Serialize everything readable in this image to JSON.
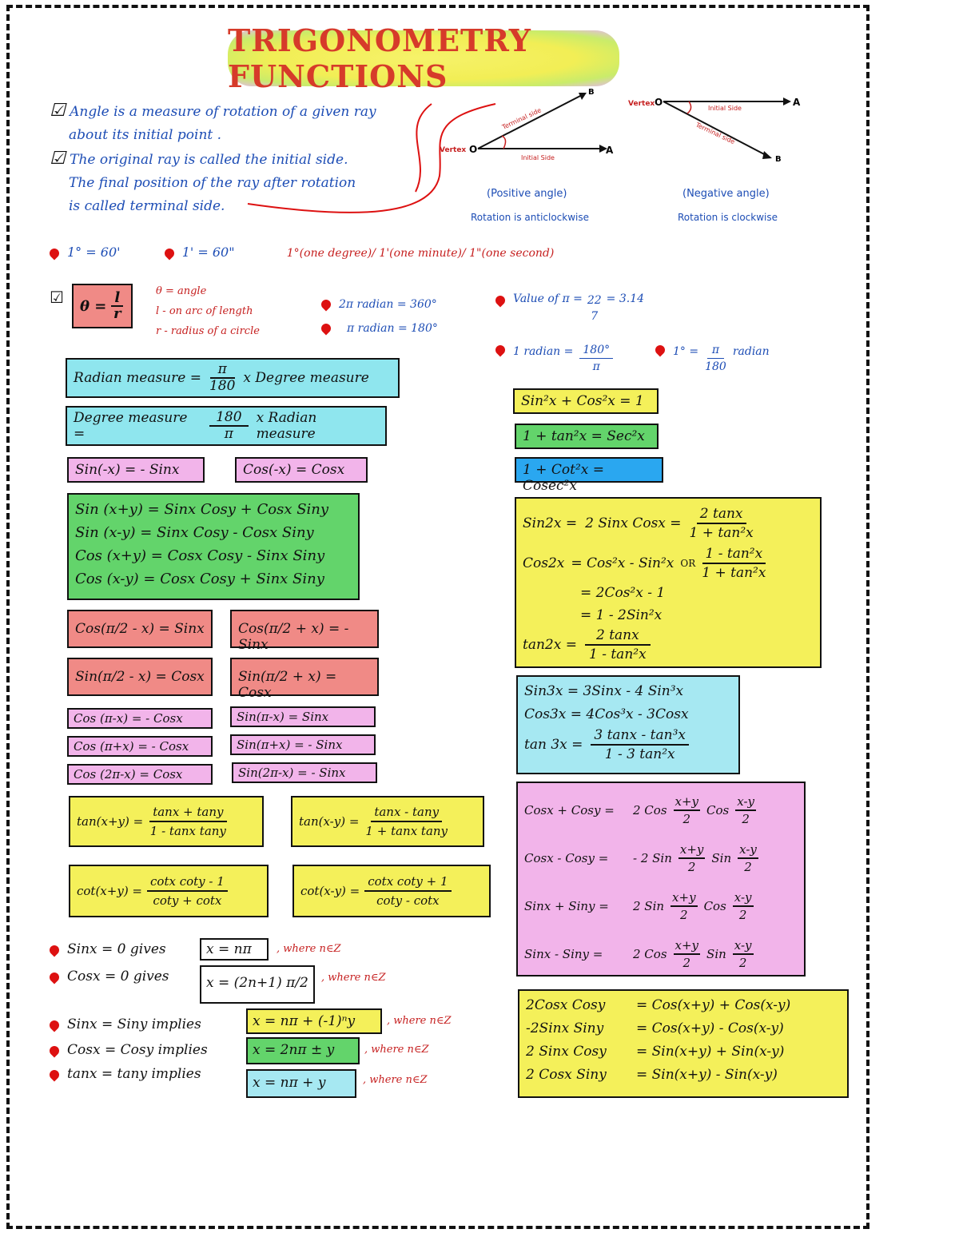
{
  "title": "TRIGONOMETRY FUNCTIONS",
  "intro": {
    "line1": "Angle is a measure of rotation of a given ray",
    "line2": "about its initial point .",
    "line3": "The original ray is called the initial side.",
    "line4": "The final position of the ray after rotation",
    "line5": "is called terminal side."
  },
  "diagrams": {
    "positive": {
      "vertex": "Vertex",
      "o": "O",
      "a": "A",
      "b": "B",
      "terminal": "Terminal side",
      "initial": "Initial Side",
      "caption": "(Positive angle)",
      "rotation": "Rotation is anticlockwise"
    },
    "negative": {
      "vertex": "Vertex",
      "o": "O",
      "a": "A",
      "b": "B",
      "terminal": "Terminal side",
      "initial": "Initial Side",
      "caption": "(Negative angle)",
      "rotation": "Rotation is clockwise"
    }
  },
  "units": {
    "deg": "1° = 60'",
    "min": "1' = 60\"",
    "names": "1°(one degree)/ 1'(one minute)/ 1\"(one second)"
  },
  "theta": {
    "formula_lhs": "θ =",
    "formula_num": "l",
    "formula_den": "r",
    "def1": "θ = angle",
    "def2": "l - on arc of length",
    "def3": "r - radius of a circle"
  },
  "radian_facts": {
    "f1": "2π radian = 360°",
    "f2": "π radian = 180°",
    "pi_value_lhs": "Value of π =",
    "pi_value_frac_num": "22",
    "pi_value_frac_den": "7",
    "pi_value_rhs": "= 3.14",
    "one_rad_lhs": "1 radian =",
    "one_rad_num": "180°",
    "one_rad_den": "π",
    "one_deg_lhs": "1° =",
    "one_deg_num": "π",
    "one_deg_den": "180",
    "one_deg_rhs": "radian"
  },
  "conversion": {
    "rad_lhs": "Radian measure =",
    "rad_num": "π",
    "rad_den": "180",
    "rad_rhs": "x Degree measure",
    "deg_lhs": "Degree measure =",
    "deg_num": "180",
    "deg_den": "π",
    "deg_rhs": "x Radian measure"
  },
  "negatives": {
    "sin": "Sin(-x) = - Sinx",
    "cos": "Cos(-x) = Cosx"
  },
  "sum_diff": [
    "Sin (x+y) = Sinx Cosy + Cosx Siny",
    "Sin (x-y) = Sinx Cosy - Cosx Siny",
    "Cos (x+y) = Cosx Cosy - Sinx Siny",
    "Cos (x-y) = Cosx Cosy + Sinx Siny"
  ],
  "cofunction": {
    "c1": "Cos(π/2 - x) = Sinx",
    "c2": "Cos(π/2 + x) = - Sinx",
    "c3": "Sin(π/2 - x) = Cosx",
    "c4": "Sin(π/2 + x) = Cosx"
  },
  "pi_shifts": {
    "p1": "Cos (π-x) = - Cosx",
    "p2": "Sin(π-x) = Sinx",
    "p3": "Cos (π+x) = - Cosx",
    "p4": "Sin(π+x) = - Sinx",
    "p5": "Cos (2π-x) = Cosx",
    "p6": "Sin(2π-x) = - Sinx"
  },
  "tan_sum": {
    "plus_lhs": "tan(x+y) =",
    "plus_num": "tanx + tany",
    "plus_den": "1 - tanx tany",
    "minus_lhs": "tan(x-y) =",
    "minus_num": "tanx - tany",
    "minus_den": "1 + tanx tany"
  },
  "cot_sum": {
    "plus_lhs": "cot(x+y) =",
    "plus_num": "cotx coty - 1",
    "plus_den": "coty + cotx",
    "minus_lhs": "cot(x-y) =",
    "minus_num": "cotx coty + 1",
    "minus_den": "coty - cotx"
  },
  "general": {
    "g1_lhs": "Sinx = 0 gives",
    "g1_box": "x = nπ",
    "g1_note": ", where n∈Z",
    "g2_lhs": "Cosx = 0 gives",
    "g2_box": "x = (2n+1) π/2",
    "g2_note": ", where n∈Z",
    "g3_lhs": "Sinx = Siny implies",
    "g3_box": "x = nπ + (-1)ⁿy",
    "g3_note": ", where n∈Z",
    "g4_lhs": "Cosx = Cosy implies",
    "g4_box": "x = 2nπ ± y",
    "g4_note": ", where n∈Z",
    "g5_lhs": "tanx = tany implies",
    "g5_box": "x = nπ + y",
    "g5_note": ", where n∈Z"
  },
  "pythag": {
    "p1": "Sin²x + Cos²x = 1",
    "p2": "1 + tan²x = Sec²x",
    "p3": "1 + Cot²x = Cosec²x"
  },
  "double": {
    "sin_lhs": "Sin2x =",
    "sin_mid": "2 Sinx Cosx =",
    "sin_num": "2 tanx",
    "sin_den": "1 + tan²x",
    "cos_lhs": "Cos2x",
    "cos_1": "= Cos²x - Sin²x",
    "cos_or": "OR",
    "cos_num": "1 - tan²x",
    "cos_den": "1 + tan²x",
    "cos_2": "= 2Cos²x - 1",
    "cos_3": "= 1 - 2Sin²x",
    "tan_lhs": "tan2x =",
    "tan_num": "2 tanx",
    "tan_den": "1 - tan²x"
  },
  "triple": {
    "sin": "Sin3x = 3Sinx - 4 Sin³x",
    "cos": "Cos3x = 4Cos³x - 3Cosx",
    "tan_lhs": "tan 3x =",
    "tan_num": "3 tanx - tan³x",
    "tan_den": "1 - 3 tan²x"
  },
  "sum_to_product": [
    {
      "lhs": "Cosx + Cosy =",
      "f1": "2 Cos",
      "n1": "x+y",
      "f2": "Cos",
      "n2": "x-y",
      "d": "2"
    },
    {
      "lhs": "Cosx - Cosy =",
      "f1": "- 2 Sin",
      "n1": "x+y",
      "f2": "Sin",
      "n2": "x-y",
      "d": "2"
    },
    {
      "lhs": "Sinx + Siny =",
      "f1": "2 Sin",
      "n1": "x+y",
      "f2": "Cos",
      "n2": "x-y",
      "d": "2"
    },
    {
      "lhs": "Sinx - Siny =",
      "f1": "2 Cos",
      "n1": "x+y",
      "f2": "Sin",
      "n2": "x-y",
      "d": "2"
    }
  ],
  "product_to_sum": [
    {
      "lhs": "2Cosx Cosy",
      "rhs": "= Cos(x+y) + Cos(x-y)"
    },
    {
      "lhs": "-2Sinx Siny",
      "rhs": "= Cos(x+y) - Cos(x-y)"
    },
    {
      "lhs": "2 Sinx Cosy",
      "rhs": "= Sin(x+y) + Sin(x-y)"
    },
    {
      "lhs": "2 Cosx Siny",
      "rhs": "= Sin(x+y) - Sin(x-y)"
    }
  ]
}
